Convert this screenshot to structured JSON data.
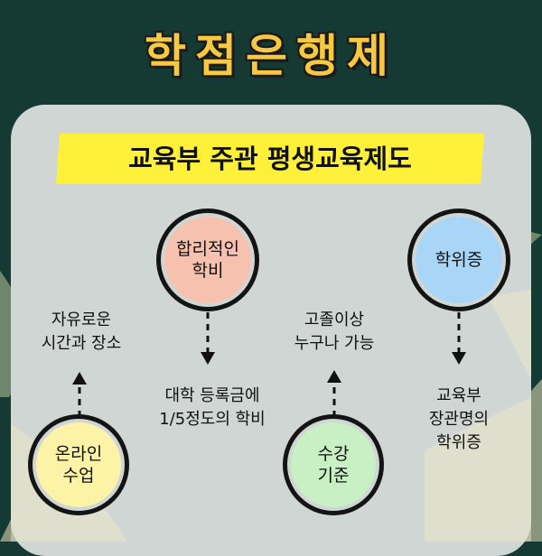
{
  "title": "학점은행제",
  "banner": "교육부 주관 평생교육제도",
  "nodes": {
    "online": {
      "label_line1": "온라인",
      "label_line2": "수업",
      "color": "#fdf3a6",
      "desc_line1": "자유로운",
      "desc_line2": "시간과 장소"
    },
    "tuition": {
      "label_line1": "합리적인",
      "label_line2": "학비",
      "color": "#f7c1b0",
      "desc_line1": "대학 등록금에",
      "desc_line2": "1/5정도의 학비"
    },
    "admission": {
      "label_line1": "수강",
      "label_line2": "기준",
      "color": "#c9f0c5",
      "desc_line1": "고졸이상",
      "desc_line2": "누구나 가능"
    },
    "degree": {
      "label_line1": "학위증",
      "label_line2": "",
      "color": "#a9d6f7",
      "desc_line1": "교육부",
      "desc_line2": "장관명의",
      "desc_line3": "학위증"
    }
  },
  "colors": {
    "background": "#153a33",
    "panel": "#d0d6d3",
    "banner": "#fff03a",
    "title": "#f7c942"
  }
}
